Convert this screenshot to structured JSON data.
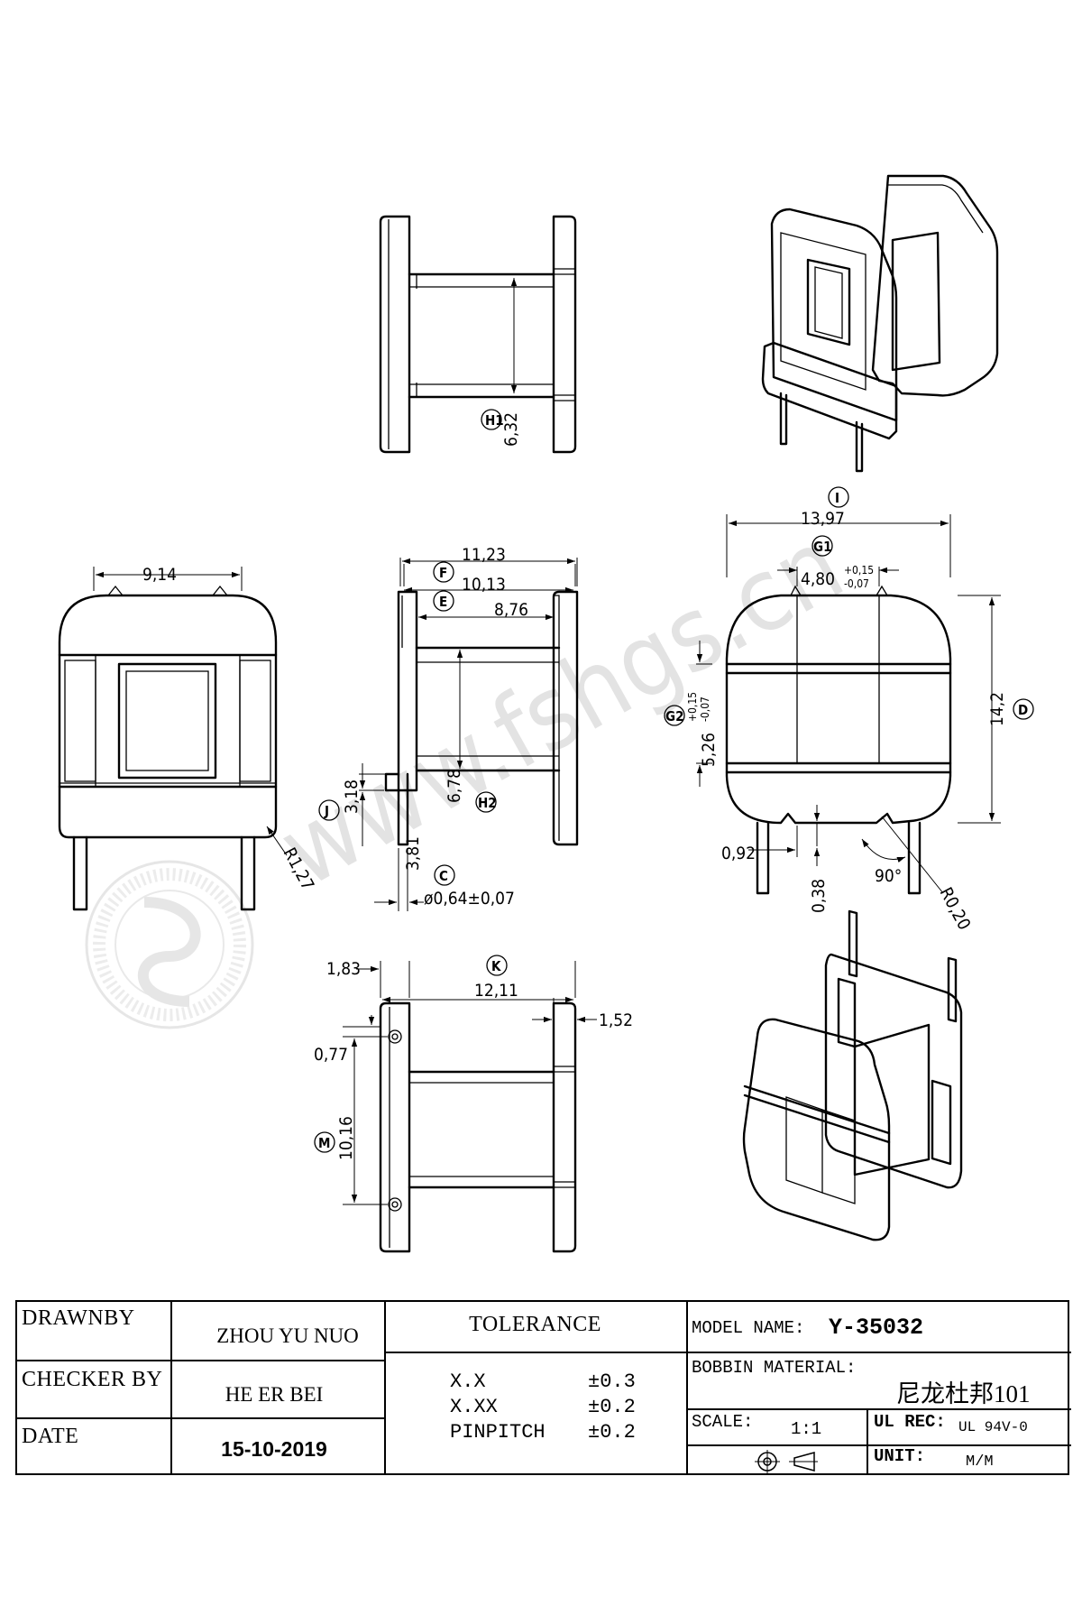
{
  "watermark": {
    "text": "www.fshgs.cn"
  },
  "dimensions": {
    "h1": "6,32",
    "i": "13,97",
    "g1": "4,80",
    "g1_plus": "+0,15",
    "g1_minus": "-0,07",
    "d": "14,2",
    "g2": "5,26",
    "g2_plus": "+0,15",
    "g2_minus": "-0,07",
    "front_width": "9,14",
    "r127": "R1,27",
    "f": "11,23",
    "e_total": "10,13",
    "e": "8,76",
    "h2": "6,78",
    "j": "3,18",
    "pin_len": "3,81",
    "pin_dia": "ø0,64±0,07",
    "d092": "0,92",
    "d038": "0,38",
    "angle": "90°",
    "r020": "R0,20",
    "k183": "1,83",
    "k": "12,11",
    "k152": "1,52",
    "m077": "0,77",
    "m": "10,16"
  },
  "callouts": {
    "h1": "H1",
    "i": "I",
    "g1": "G1",
    "d": "D",
    "g2": "G2",
    "f": "F",
    "e": "E",
    "h2": "H2",
    "j": "J",
    "c": "C",
    "k": "K",
    "m": "M"
  },
  "title_block": {
    "drawn_by_label": "DRAWNBY",
    "drawn_by": "ZHOU YU NUO",
    "checker_label": "CHECKER BY",
    "checker": "HE ER BEI",
    "date_label": "DATE",
    "date": "15-10-2019",
    "tolerance_label": "TOLERANCE",
    "tolerances": [
      {
        "name": "X.X",
        "value": "±0.3"
      },
      {
        "name": "X.XX",
        "value": "±0.2"
      },
      {
        "name": "PINPITCH",
        "value": "±0.2"
      }
    ],
    "model_label": "MODEL NAME:",
    "model": "Y-35032",
    "material_label": "BOBBIN MATERIAL:",
    "material": "尼龙杜邦101",
    "scale_label": "SCALE:",
    "scale": "1:1",
    "ul_label": "UL REC:",
    "ul": "UL 94V-0",
    "unit_label": "UNIT:",
    "unit": "M/M"
  }
}
